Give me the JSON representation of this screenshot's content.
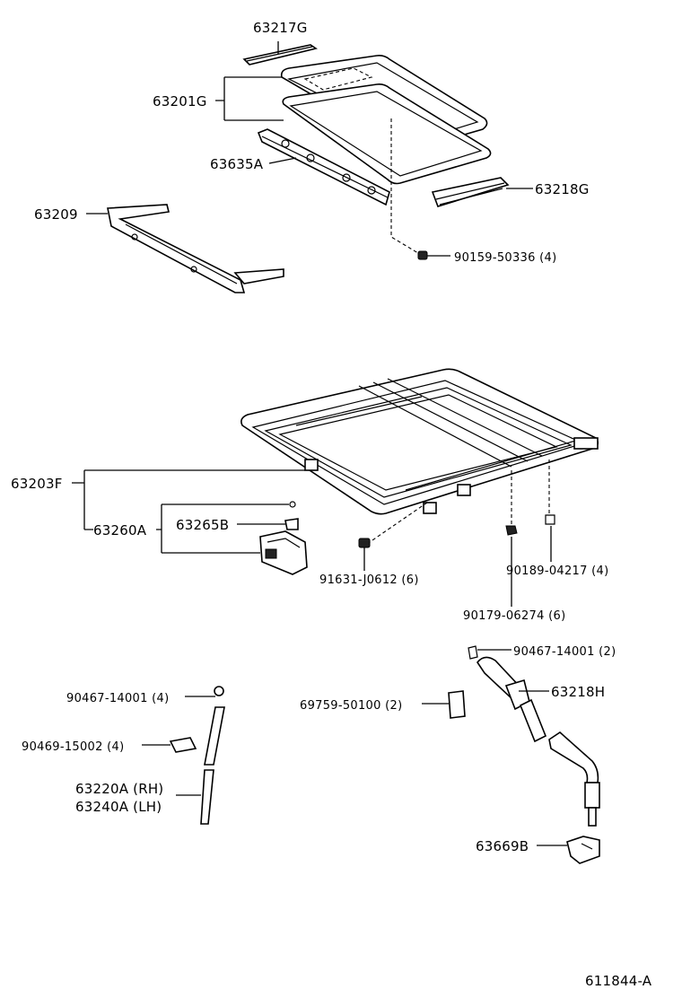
{
  "labels": {
    "p63217G": "63217G",
    "p63201G": "63201G",
    "p63635A": "63635A",
    "p63218G": "63218G",
    "p63209": "63209",
    "p90159": "90159-50336 (4)",
    "p63203F": "63203F",
    "p63260A": "63260A",
    "p63265B": "63265B",
    "p91631": "91631-J0612 (6)",
    "p90189": "90189-04217 (4)",
    "p90179": "90179-06274 (6)",
    "p90467a": "90467-14001 (2)",
    "p63218H": "63218H",
    "p69759": "69759-50100 (2)",
    "p90467b": "90467-14001 (4)",
    "p90469": "90469-15002 (4)",
    "p63220A": "63220A (RH)",
    "p63240A": "63240A (LH)",
    "p63669B": "63669B",
    "figure_id": "611844-A"
  }
}
